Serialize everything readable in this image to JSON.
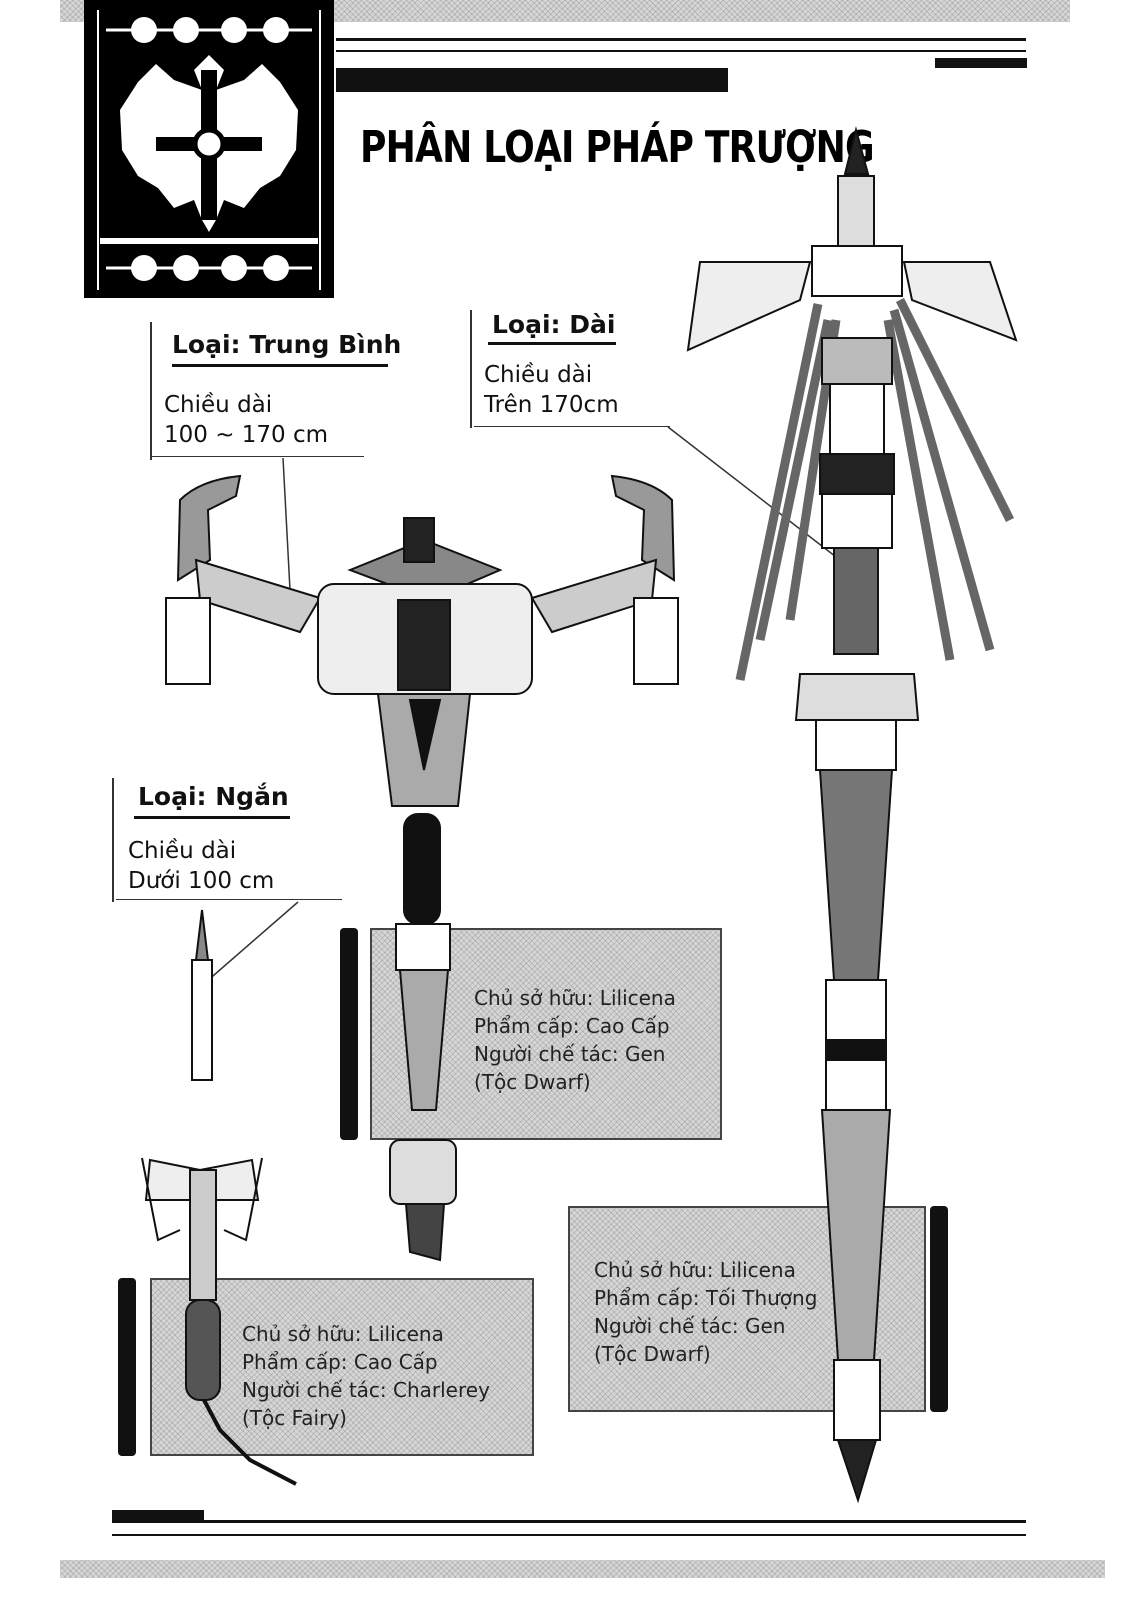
{
  "page": {
    "title": "PHÂN LOẠI PHÁP TRƯỢNG"
  },
  "categories": [
    {
      "title": "Loại: Trung Bình",
      "line1": "Chiều dài",
      "line2": "100 ~ 170 cm"
    },
    {
      "title": "Loại: Dài",
      "line1": "Chiều dài",
      "line2": "Trên 170cm"
    },
    {
      "title": "Loại: Ngắn",
      "line1": "Chiều dài",
      "line2": "Dưới 100 cm"
    }
  ],
  "info_boxes": [
    {
      "owner": "Chủ sở hữu: Lilicena",
      "grade": "Phẩm cấp: Cao Cấp",
      "maker": "Người chế tác: Gen",
      "race": "(Tộc Dwarf)"
    },
    {
      "owner": "Chủ sở hữu: Lilicena",
      "grade": "Phẩm cấp: Tối Thượng",
      "maker": "Người chế tác: Gen",
      "race": "(Tộc Dwarf)"
    },
    {
      "owner": "Chủ sở hữu: Lilicena",
      "grade": "Phẩm cấp: Cao Cấp",
      "maker": "Người chế tác: Charlerey",
      "race": "(Tộc Fairy)"
    }
  ]
}
